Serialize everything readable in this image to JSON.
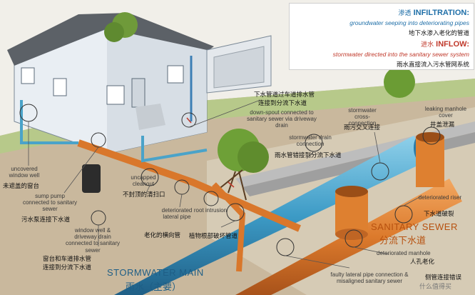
{
  "legend": {
    "infiltration_cn": "渗透",
    "infiltration_title": "INFILTRATION:",
    "infiltration_desc": "groundwater seeping into deteriorating pipes",
    "infiltration_desc_cn": "地下水渗入老化的管道",
    "inflow_cn": "进水",
    "inflow_title": "INFLOW:",
    "inflow_desc": "stormwater directed into the sanitary sewer system",
    "inflow_desc_cn": "雨水直接流入污水管网系统"
  },
  "callouts": {
    "downspout_cn_1": "下水管道过车道排水管",
    "downspout_cn_2": "连接到分流下水道",
    "downspout_en": "down-spout connected to sanitary sewer via driveway drain",
    "stormwater_cross_en": "stormwater cross-connection",
    "stormwater_cross_cn": "雨污交叉连接",
    "leaking_cover_en": "leaking manhole cover",
    "leaking_cover_cn": "井盖泄漏",
    "storm_drain_en": "stormwater drain connection",
    "storm_drain_cn": "雨水管错接到分流下水道",
    "window_well_en": "uncovered window well",
    "window_well_cn": "未遮盖的窗台",
    "sump_pump_en": "sump pump connected to sanitary sewer",
    "sump_pump_cn": "污水泵连接下水道",
    "uncapped_en": "uncapped cleanout",
    "uncapped_cn": "不封顶的清扫口",
    "window_drain_en": "window well & driveway drain connected to sanitary sewer",
    "window_drain_cn_1": "窗台和车道排水管",
    "window_drain_cn_2": "连接到分流下水道",
    "lateral_en": "deteriorated lateral pipe",
    "lateral_cn": "老化的横向管",
    "root_en": "root intrusion",
    "root_cn": "植物根部破坏管道",
    "riser_en": "deteriorated riser",
    "riser_cn": "下水道破裂",
    "manhole_en": "deteriorated manhole",
    "manhole_cn": "人孔老化",
    "faulty_en": "faulty lateral pipe connection & misaligned sanitary sewer",
    "faulty_cn": "侧管连接错误",
    "sanitary_sewer_en": "SANITARY SEWER",
    "sanitary_sewer_cn": "分流下水道",
    "stormwater_main_en": "STORMWATER MAIN",
    "stormwater_main_cn": "雨水（主要）",
    "watermark": "什么值得买"
  },
  "colors": {
    "accent_blue": "#1f6fa8",
    "inflow_red": "#c0392b",
    "sewer_orange": "#d9772b",
    "storm_blue": "#4aa3c9"
  }
}
